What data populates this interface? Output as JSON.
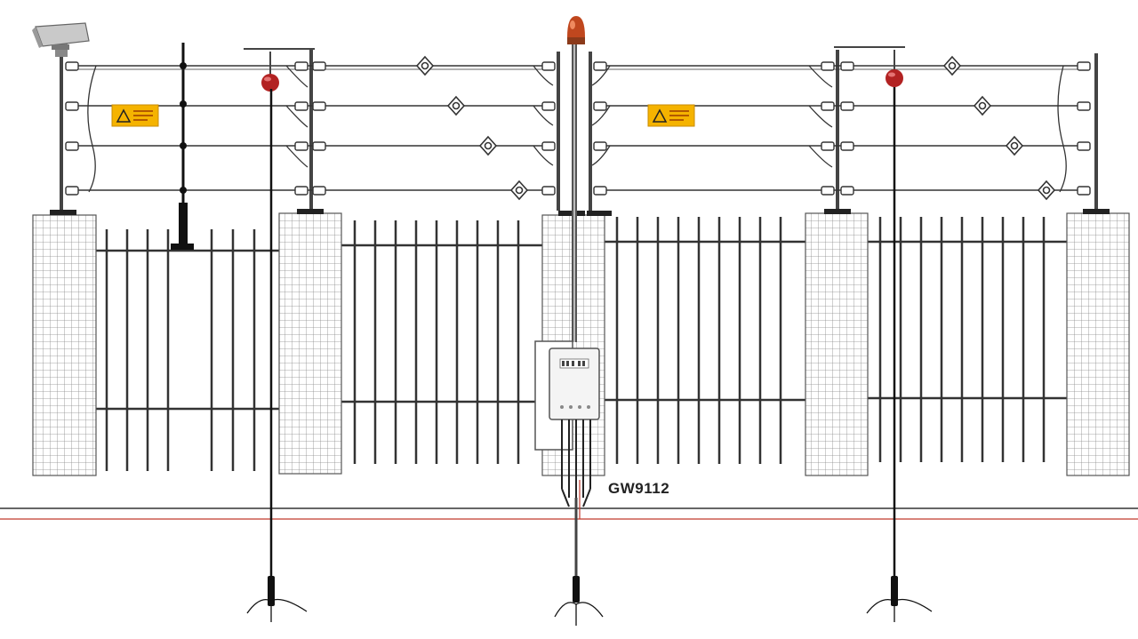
{
  "diagram": {
    "model_label": "GW9112",
    "components": {
      "camera": "cctv-camera-icon",
      "alarm_beacon": "alarm-beacon-icon",
      "warning_sign": "warning-triangle-icon",
      "controller": "fence-controller-box",
      "ground_rod": "ground-rod-icon"
    },
    "wire_count": 4,
    "colors": {
      "wire": "#333333",
      "pillar_grid": "#777777",
      "warning_sign": "#f5b300",
      "beacon": "#b22222",
      "ground_line": "#c0392b",
      "cable": "#222222"
    }
  }
}
